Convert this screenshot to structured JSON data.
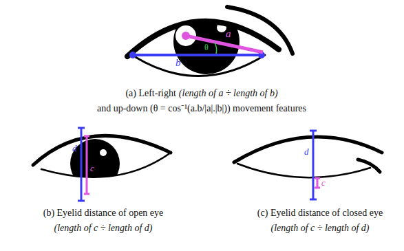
{
  "diagram": {
    "labels": [
      "a",
      "θ",
      "b",
      "(a) Left-right",
      "(length of a ÷ length of b)",
      "and up-down (θ = cos⁻¹(a.b/|a|.|b|)) movement features",
      "d",
      "c",
      "d",
      "c",
      "(b) Eyelid distance of open eye",
      "(length of c ÷ length of d)",
      "(c) Eyelid distance of closed eye",
      "(length of c ÷ length of d)"
    ]
  }
}
